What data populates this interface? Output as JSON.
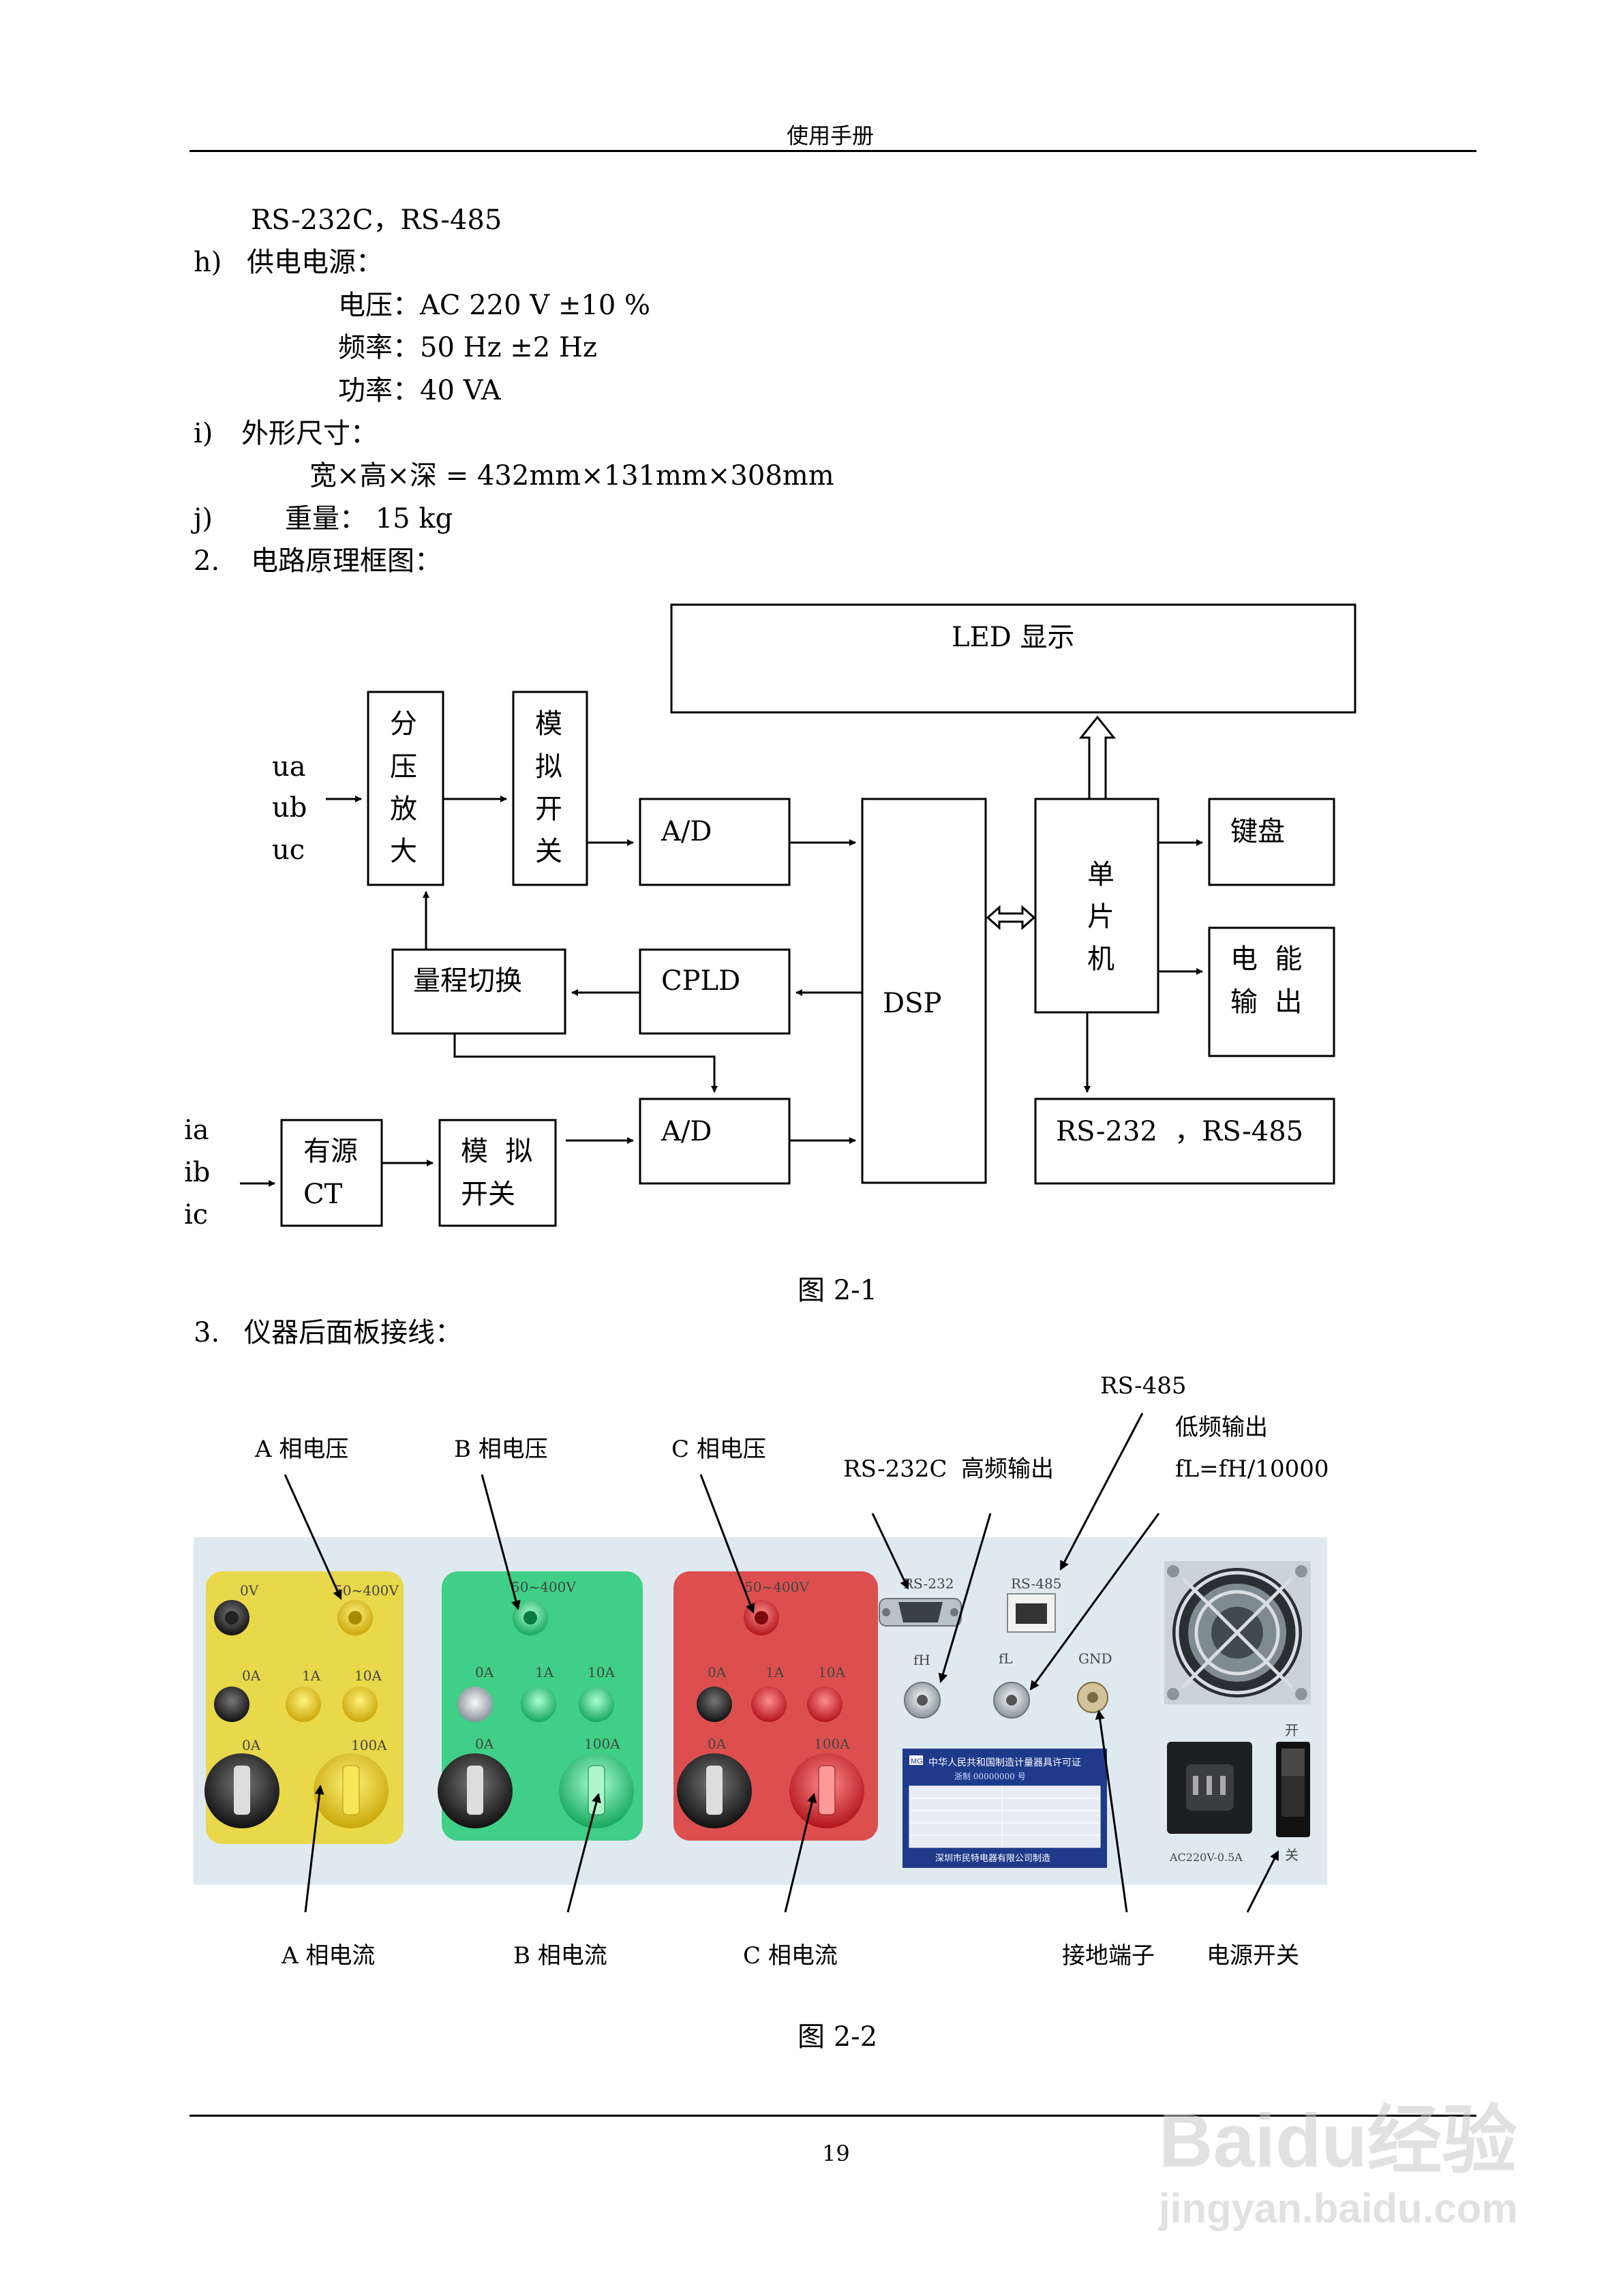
{
  "header": {
    "title": "使用手册"
  },
  "specs": {
    "comm_line": "RS-232C，RS-485",
    "h_label": "h)",
    "h_text": "供电电源：",
    "voltage": "电压：AC 220 V  ±10 %",
    "frequency": "频率：50 Hz  ±2 Hz",
    "power": "功率：40 VA",
    "i_label": "i)",
    "i_text": "外形尺寸：",
    "dimensions": "宽×高×深 = 432mm×131mm×308mm",
    "j_label": "j)",
    "j_text": "重量：  15 kg"
  },
  "section2": {
    "num": "2.",
    "title": "电路原理框图："
  },
  "diagram": {
    "led": "LED 显示",
    "inputs_u": [
      "ua",
      "ub",
      "uc"
    ],
    "inputs_i": [
      "ia",
      "ib",
      "ic"
    ],
    "divider": [
      "分",
      "压",
      "放",
      "大"
    ],
    "switch_u": [
      "模",
      "拟",
      "开",
      "关"
    ],
    "ad": "A/D",
    "dsp": "DSP",
    "mcu": [
      "单",
      "片",
      "机"
    ],
    "keyboard": "键盘",
    "energy": [
      "电  能",
      "输  出"
    ],
    "range": "量程切换",
    "cpld": "CPLD",
    "comm": "RS-232  ，RS-485",
    "ct": [
      "有源",
      "CT"
    ],
    "switch_i": [
      "模  拟",
      "开关"
    ]
  },
  "fig1_caption": "图 2-1",
  "section3": {
    "num": "3.",
    "title": "仪器后面板接线："
  },
  "panel_callouts": {
    "a_voltage": "A 相电压",
    "b_voltage": "B 相电压",
    "c_voltage": "C 相电压",
    "rs232c": "RS-232C",
    "high_freq": "高频输出",
    "rs485": "RS-485",
    "low_freq": "低频输出",
    "fl_formula": "fL=fH/10000",
    "a_current": "A 相电流",
    "b_current": "B 相电流",
    "c_current": "C 相电流",
    "ground": "接地端子",
    "power_switch": "电源开关"
  },
  "panel_marks": {
    "v0": "0V",
    "vrange": "50~400V",
    "a0": "0A",
    "a1": "1A",
    "a10": "10A",
    "a100": "100A",
    "rs232": "RS-232",
    "rs485": "RS-485",
    "fh": "fH",
    "fl": "fL",
    "gnd": "GND",
    "on": "开",
    "off": "关",
    "ac_rating": "AC220V-0.5A"
  },
  "nameplate": {
    "brand": "MG",
    "line1": "中华人民共和国制造计量器具许可证",
    "line2": "浙制 00000000 号",
    "footer": "深圳市民特电器有限公司制造"
  },
  "fig2_caption": "图 2-2",
  "page_number": "19",
  "watermark": {
    "brand": "Baidu经验",
    "url": "jingyan.baidu.com"
  },
  "colors": {
    "yellow_plate": "#e8d84a",
    "green_plate": "#3fcf86",
    "red_plate": "#dd4f4f",
    "panel_bg": "#dfeaf0"
  }
}
